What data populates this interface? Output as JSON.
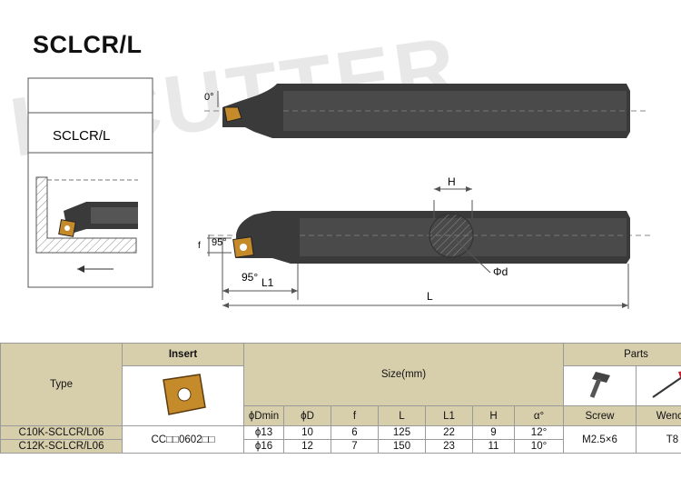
{
  "title": "SCLCR/L",
  "watermark": "K.CUTTER",
  "inset": {
    "label": "SCLCR/L"
  },
  "drawing": {
    "angle_top": "0°",
    "angle_side": "95°",
    "angle_bottom": "95°",
    "dim_f": "f",
    "dim_L1": "L1",
    "dim_L": "L",
    "dim_H": "H",
    "dim_d": "Φd"
  },
  "table": {
    "type_header": "Type",
    "insert_header": "Insert",
    "size_header": "Size(mm)",
    "parts_header": "Parts",
    "columns": [
      "ϕDmin",
      "ϕD",
      "f",
      "L",
      "L1",
      "H",
      "α°"
    ],
    "parts_columns": [
      "Screw",
      "Wench"
    ],
    "rows": [
      {
        "type": "C10K-SCLCR/L06",
        "dmin": "ϕ13",
        "d": "10",
        "f": "6",
        "L": "125",
        "L1": "22",
        "H": "9",
        "alpha": "12°"
      },
      {
        "type": "C12K-SCLCR/L06",
        "dmin": "ϕ16",
        "d": "12",
        "f": "7",
        "L": "150",
        "L1": "23",
        "H": "11",
        "alpha": "10°"
      }
    ],
    "insert_code": "CC□□0602□□",
    "screw": "M2.5×6",
    "wench": "T8"
  },
  "colors": {
    "header_bg": "#d7ceac",
    "bar": "#3a3a3a",
    "insert": "#c58a2a"
  }
}
